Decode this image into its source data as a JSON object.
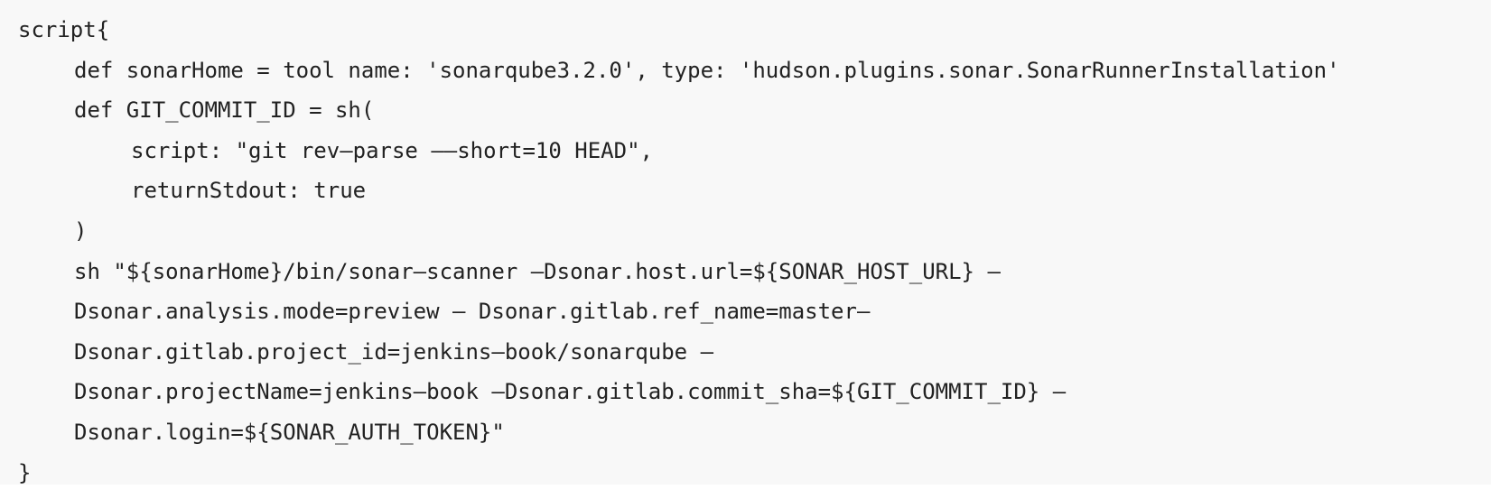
{
  "code": {
    "lines": [
      "script{",
      "def sonarHome = tool name: 'sonarqube3.2.0', type: 'hudson.plugins.sonar.SonarRunnerInstallation'",
      "def GIT_COMMIT_ID = sh(",
      "script: \"git rev—parse ——short=10 HEAD\",",
      "returnStdout: true",
      ")",
      "sh \"${sonarHome}/bin/sonar—scanner —Dsonar.host.url=${SONAR_HOST_URL} —",
      "Dsonar.analysis.mode=preview — Dsonar.gitlab.ref_name=master—",
      "Dsonar.gitlab.project_id=jenkins—book/sonarqube —",
      "Dsonar.projectName=jenkins—book —Dsonar.gitlab.commit_sha=${GIT_COMMIT_ID} —",
      "Dsonar.login=${SONAR_AUTH_TOKEN}\"",
      "}"
    ]
  }
}
